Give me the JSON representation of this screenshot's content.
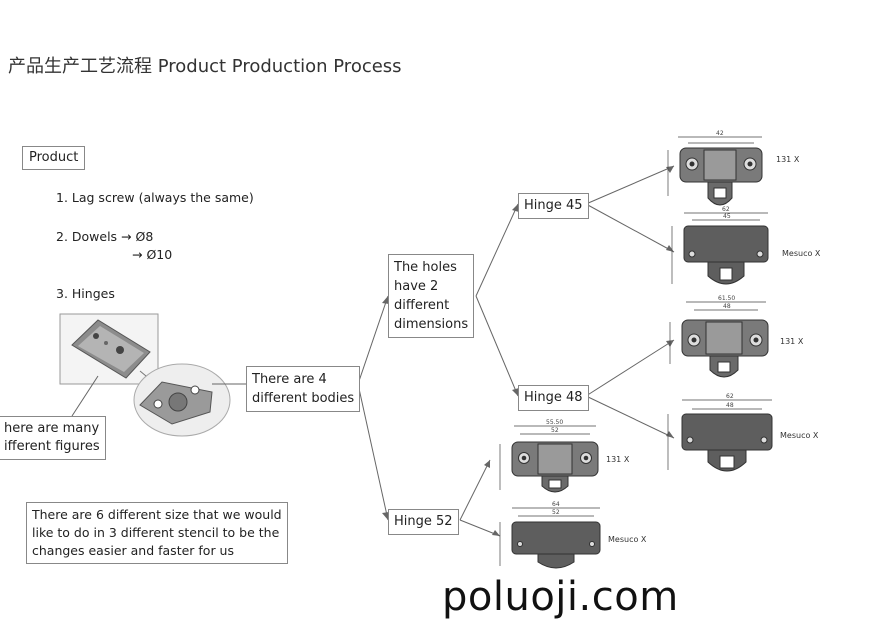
{
  "title": "产品生产工艺流程 Product Production Process",
  "product_label": "Product",
  "items": {
    "lag_screw": "1. Lag screw  (always the same)",
    "dowels": "2. Dowels  → Ø8",
    "dowels_2": "→ Ø10",
    "hinges": "3. Hinges"
  },
  "figures_note": {
    "line1": "here are many",
    "line2": "ifferent figures"
  },
  "bodies_box": {
    "line1": "There are 4",
    "line2": "different bodies"
  },
  "holes_box": {
    "line1": "The holes",
    "line2": "have 2",
    "line3": "different",
    "line4": "dimensions"
  },
  "hinge_45": "Hinge 45",
  "hinge_48": "Hinge 48",
  "hinge_52": "Hinge 52",
  "stencil_note": {
    "line1": "There are 6 different size that we would",
    "line2": "like to do in 3 different stencil to be the",
    "line3": "changes easier and faster for us"
  },
  "drawings": {
    "d1_label": "131 X",
    "d2_label": "Mesuco X",
    "d3_label": "131 X",
    "d4_label": "Mesuco X",
    "d5_label": "131 X",
    "d6_label": "Mesuco X",
    "d1_dim_top": "42",
    "d2_dim_top": "62",
    "d2_dim_inner": "45",
    "d3_dim_top": "61.50",
    "d3_dim_inner": "48",
    "d4_dim_top": "62",
    "d4_dim_inner": "48",
    "d5_dim_top": "55.50",
    "d5_dim_inner": "52",
    "d6_dim_top": "64",
    "d6_dim_inner": "52"
  },
  "watermark": "poluoji.com",
  "colors": {
    "drawing_fill": "#555555",
    "drawing_fill_light": "#8a8a8a",
    "line": "#666666"
  }
}
